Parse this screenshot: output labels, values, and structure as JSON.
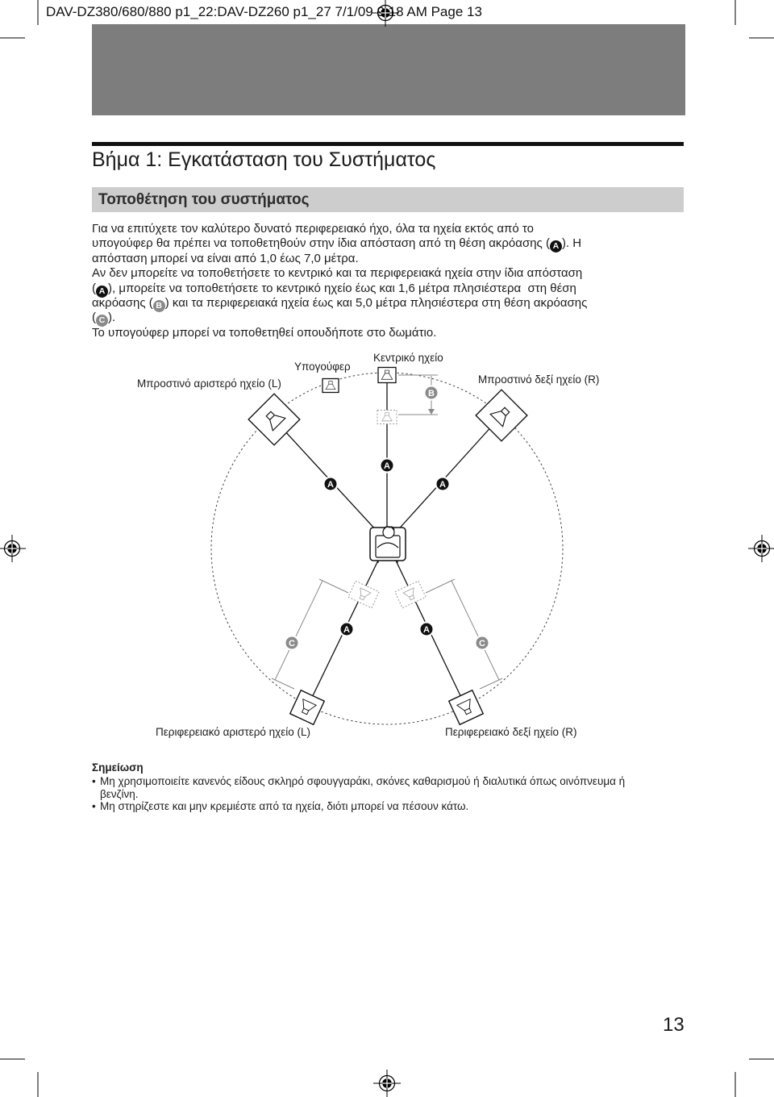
{
  "header": {
    "slug": "DAV-DZ380/680/880 p1_22:DAV-DZ260 p1_27 7/1/09 9:18 AM Page 13"
  },
  "title": "Βήμα 1: Εγκατάσταση του Συστήματος",
  "section": {
    "heading": "Τοποθέτηση του συστήματος",
    "lines": [
      [
        "Για να επιτύχετε τον καλύτερο δυνατό περιφερειακό ήχο, όλα τα ηχεία εκτός από το"
      ],
      [
        "υπογούφερ θα πρέπει να τοποθετηθούν στην ίδια απόσταση από τη θέση ακρόασης (",
        "). Η"
      ],
      [
        "απόσταση μπορεί να είναι από 1,0 έως 7,0 μέτρα."
      ],
      [
        "Αν δεν μπορείτε να τοποθετήσετε το κεντρικό και τα περιφερειακά ηχεία στην ίδια απόσταση"
      ],
      [
        "(",
        "), μπορείτε να τοποθετήσετε το κεντρικό ηχείο έως και 1,6 μέτρα πλησιέστερα  στη θέση"
      ],
      [
        "ακρόασης (",
        ") και τα περιφερειακά ηχεία έως και 5,0 μέτρα πλησιέστερα στη θέση ακρόασης"
      ],
      [
        "(",
        ")."
      ],
      [
        "Το υπογούφερ μπορεί να τοποθετηθεί οπουδήποτε στο δωμάτιο."
      ]
    ]
  },
  "markers": {
    "a": "A",
    "b": "B",
    "c": "C"
  },
  "diagram": {
    "center_label": "Κεντρικό ηχείο",
    "subwoofer_label": "Υπογούφερ",
    "front_left_label": "Μπροστινό αριστερό ηχείο (L)",
    "front_right_label": "Μπροστινό δεξί ηχείο (R)",
    "surround_left_label": "Περιφερειακό αριστερό ηχείο (L)",
    "surround_right_label": "Περιφερειακό δεξί ηχείο (R)"
  },
  "note": {
    "heading": "Σημείωση",
    "items": [
      "Μη χρησιμοποιείτε κανενός είδους σκληρό σφουγγαράκι, σκόνες καθαρισμού ή διαλυτικά όπως οινόπνευμα ή βενζίνη.",
      "Μη στηρίζεστε και μην κρεμιέστε από τα ηχεία, διότι μπορεί να πέσουν κάτω."
    ]
  },
  "page_number": "13",
  "colors": {
    "banner": "#7d7d7d",
    "bar": "#cdcdcd",
    "mk-a": "#111111",
    "mk-bc": "#8a8a8a"
  },
  "icons": {
    "speaker": "speaker-icon",
    "listener": "armchair-icon",
    "registration": "registration-mark-icon"
  }
}
